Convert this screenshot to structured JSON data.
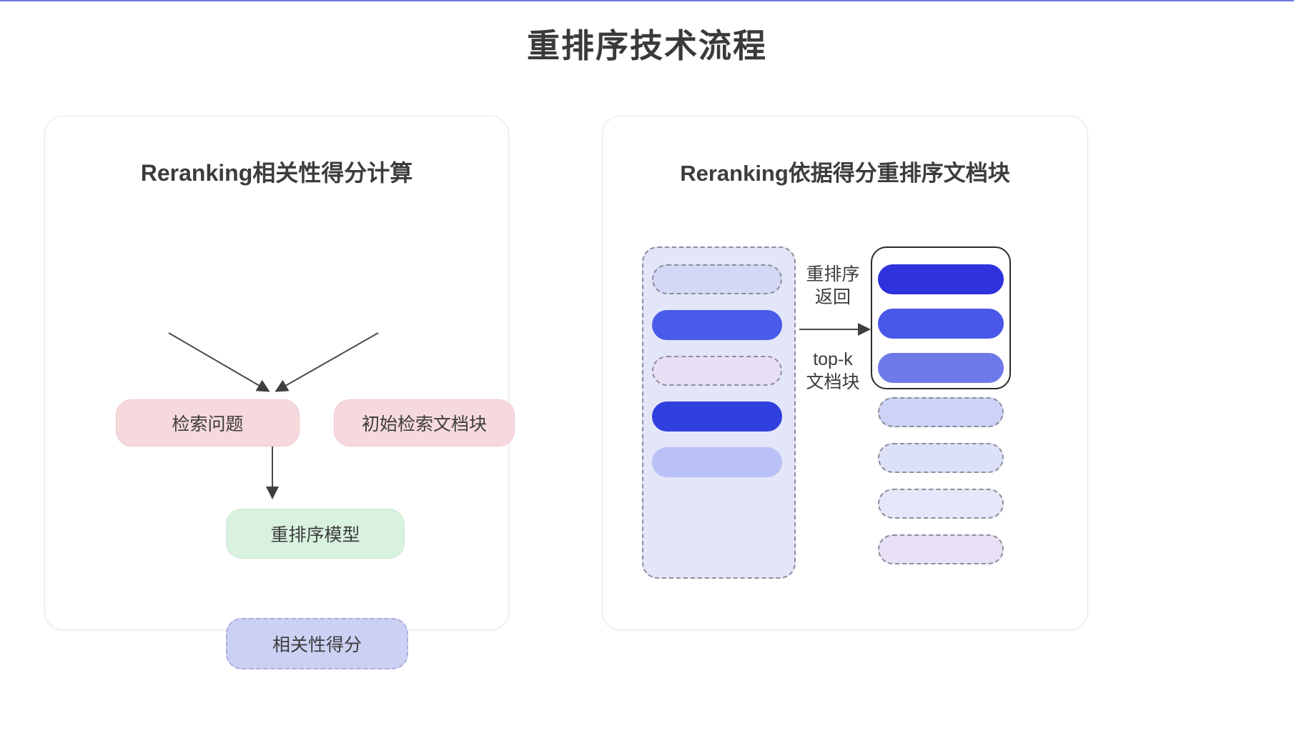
{
  "title": "重排序技术流程",
  "left_panel": {
    "heading": "Reranking相关性得分计算",
    "nodes": {
      "query": "检索问题",
      "initial_docs": "初始检索文档块",
      "rerank_model": "重排序模型",
      "relevance_score": "相关性得分"
    }
  },
  "right_panel": {
    "heading": "Reranking依据得分重排序文档块",
    "edge_labels": {
      "rerank_return": "重排序\n返回",
      "topk_chunks": "top-k\n文档块"
    },
    "input_stack": [
      {
        "fill": "#e3e6f8",
        "style": "dashed"
      },
      {
        "fill": "#6d76e8",
        "style": "solid"
      },
      {
        "fill": "#d3d8f6",
        "style": "dashed"
      },
      {
        "fill": "#4a5bea",
        "style": "solid"
      },
      {
        "fill": "#e8dff4",
        "style": "dashed"
      },
      {
        "fill": "#3040de",
        "style": "solid"
      },
      {
        "fill": "#b9c0f5",
        "style": "solid"
      }
    ],
    "output_stack_topk": [
      {
        "fill": "#2f33dd",
        "style": "solid"
      },
      {
        "fill": "#4a58ea",
        "style": "solid"
      },
      {
        "fill": "#6f7ae9",
        "style": "solid"
      }
    ],
    "output_stack_rest": [
      {
        "fill": "#ccd3f6",
        "style": "dashed"
      },
      {
        "fill": "#dde1f8",
        "style": "dashed"
      },
      {
        "fill": "#e5e8fa",
        "style": "dashed"
      },
      {
        "fill": "#e8e0f5",
        "style": "dashed"
      }
    ]
  },
  "colors": {
    "node_pink": "#f6d9dd",
    "node_green": "#d9f2e0",
    "node_blue": "#ccd1f4",
    "stroke_dark": "#2b2b2b",
    "panel_border": "#e6e6ea"
  }
}
